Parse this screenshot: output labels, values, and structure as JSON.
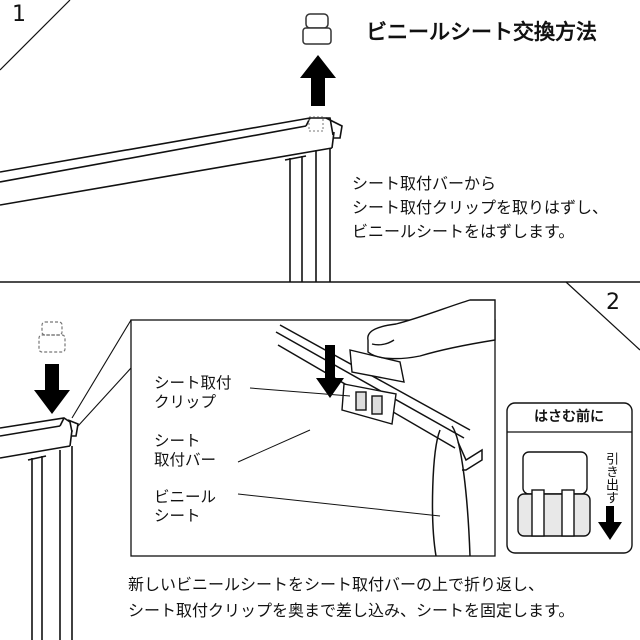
{
  "title": "ビニールシート交換方法",
  "steps": [
    {
      "number": "1",
      "description": "シート取付バーから\nシート取付クリップを取りはずし、\nビニールシートをはずします。"
    },
    {
      "number": "2",
      "description": "新しいビニールシートをシート取付バーの上で折り返し、\nシート取付クリップを奥まで差し込み、シートを固定します。"
    }
  ],
  "labels": {
    "clip": "シート取付\nクリップ",
    "bar": "シート\n取付バー",
    "sheet": "ビニール\nシート"
  },
  "inset": {
    "title": "はさむ前に",
    "pull_text": "引き出す"
  },
  "icons": [
    "up-arrow-icon",
    "down-arrow-icon",
    "clip-icon",
    "finger-icon"
  ],
  "colors": {
    "ink": "#111111",
    "background": "#ffffff",
    "arrow": "#000000",
    "dashed": "#888888"
  }
}
